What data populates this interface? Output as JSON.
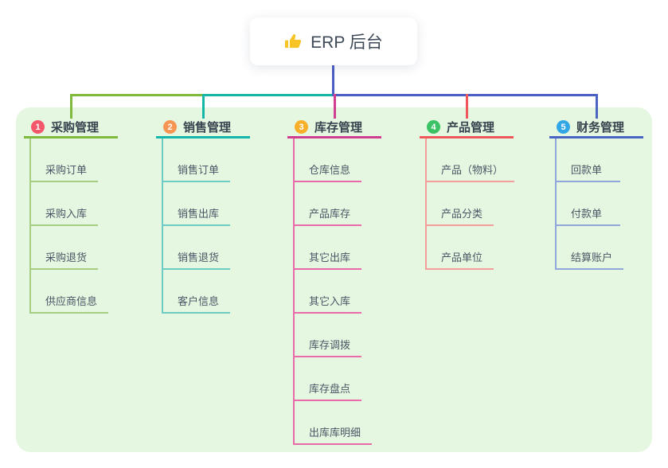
{
  "root": {
    "label": "ERP 后台",
    "icon": "thumbs-up-icon",
    "icon_color": "#f7c325",
    "line_color": "#4a5ec4"
  },
  "panel_color": "#e5f7e0",
  "branches": [
    {
      "badge": "1",
      "label": "采购管理",
      "color": "#7fba3f",
      "light_color": "#a6cd82",
      "badge_color": "#f4566a",
      "children": [
        "采购订单",
        "采购入库",
        "采购退货",
        "供应商信息"
      ]
    },
    {
      "badge": "2",
      "label": "销售管理",
      "color": "#13b7aa",
      "light_color": "#6cccc2",
      "badge_color": "#f79552",
      "children": [
        "销售订单",
        "销售出库",
        "销售退货",
        "客户信息"
      ]
    },
    {
      "badge": "3",
      "label": "库存管理",
      "color": "#d03e92",
      "light_color": "#e86aa9",
      "badge_color": "#f8b02a",
      "children": [
        "仓库信息",
        "产品库存",
        "其它出库",
        "其它入库",
        "库存调拨",
        "库存盘点",
        "出库库明细"
      ]
    },
    {
      "badge": "4",
      "label": "产品管理",
      "color": "#f0575a",
      "light_color": "#f29e9c",
      "badge_color": "#3ac264",
      "children": [
        "产品（物料）",
        "产品分类",
        "产品单位"
      ]
    },
    {
      "badge": "5",
      "label": "财务管理",
      "color": "#4a64c2",
      "light_color": "#90a5da",
      "badge_color": "#33a6e6",
      "children": [
        "回款单",
        "付款单",
        "结算账户"
      ]
    }
  ]
}
